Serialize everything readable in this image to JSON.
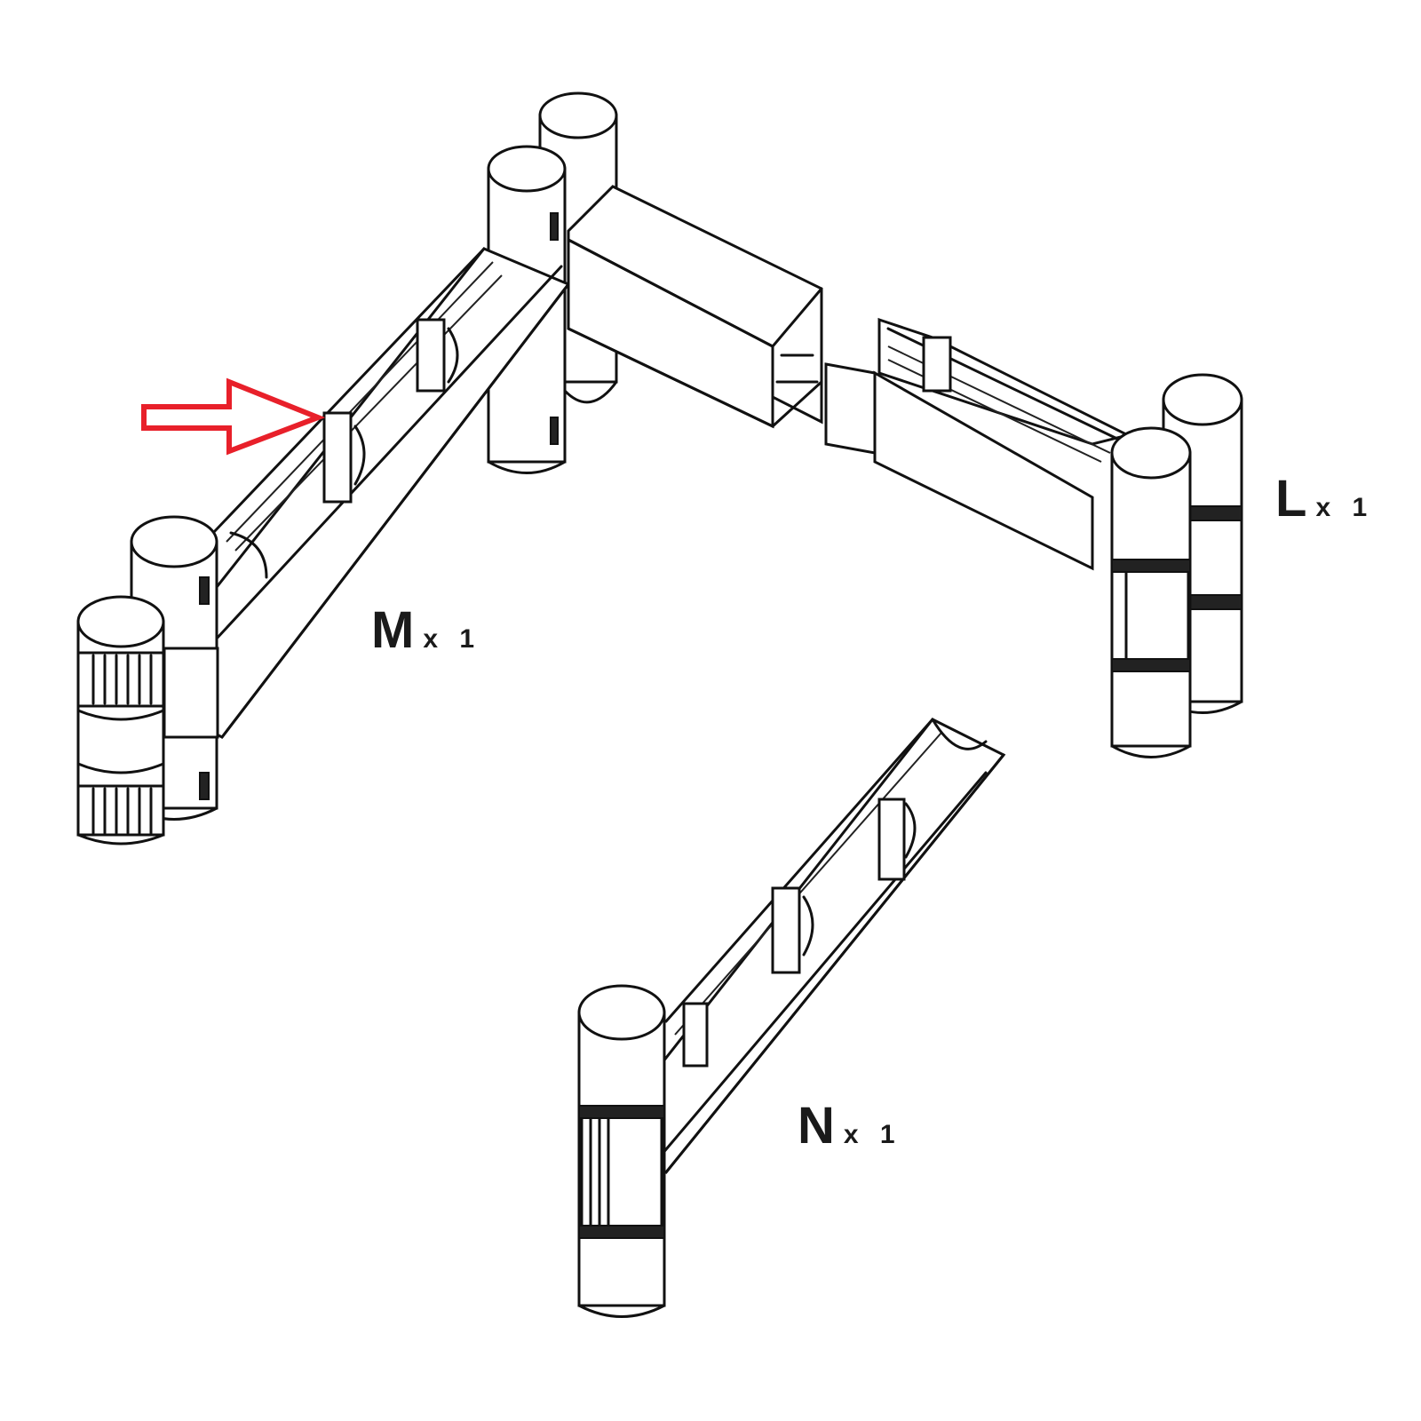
{
  "diagram": {
    "type": "assembly-parts-illustration",
    "parts": [
      {
        "id": "M",
        "letter": "M",
        "quantity": "x 1",
        "description": "Left arm segment with double knurled clamp posts and connecting crossbar"
      },
      {
        "id": "L",
        "letter": "L",
        "quantity": "x 1",
        "description": "Right arm segment with double post and rectangular sleeve connector"
      },
      {
        "id": "N",
        "letter": "N",
        "quantity": "x 1",
        "description": "Front arm segment with single post and open channel"
      }
    ],
    "callout": {
      "shape": "arrow-right",
      "color": "#e8202a",
      "points_to": "slot on part M channel"
    },
    "colors": {
      "line": "#111111",
      "background": "#ffffff",
      "arrow": "#e8202a"
    }
  }
}
